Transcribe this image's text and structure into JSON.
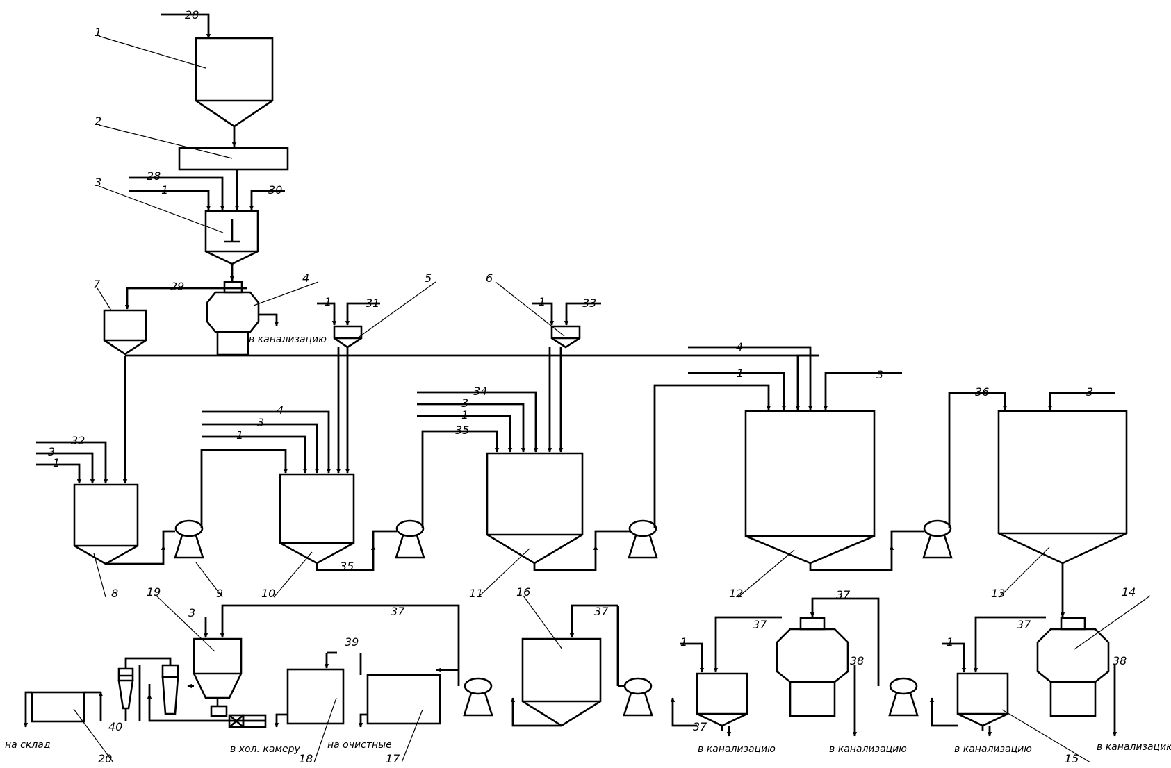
{
  "equipment_numbers": [
    "1",
    "2",
    "3",
    "4",
    "5",
    "6",
    "7",
    "8",
    "9",
    "10",
    "11",
    "12",
    "13",
    "14",
    "15",
    "16",
    "17",
    "18",
    "19",
    "20"
  ],
  "stream_labels": {
    "s28_top": "28",
    "s28_mix": "28",
    "s1_mix": "1",
    "s30": "30",
    "s29": "29",
    "s1_r5": "1",
    "s31": "31",
    "s1_r6": "1",
    "s33": "33",
    "s32": "32",
    "s3_r8": "3",
    "s1_r8": "1",
    "s4_r10": "4",
    "s3_r10": "3",
    "s1_r10": "1",
    "s34": "34",
    "s3_r11": "3",
    "s1_r11": "1",
    "s35_r11": "35",
    "s35_bottom": "35",
    "s4_r12": "4",
    "s1_r12": "1",
    "s3_r12": "3",
    "s36": "36",
    "s3_r13": "3",
    "s3_r19": "3",
    "s37_main": "37",
    "s39": "39",
    "s37_r16": "37",
    "s1_sep1": "1",
    "s37_sep1": "37",
    "s37_sep1_out": "37",
    "s37_dryer1": "37",
    "s38_a": "38",
    "s1_sep2": "1",
    "s37_sep2": "37",
    "s38_b": "38",
    "s40": "40"
  },
  "outlet_labels": {
    "sewer_top": "в канализацию",
    "sewer_1": "в канализацию",
    "sewer_2": "в канализацию",
    "sewer_3": "в канализацию",
    "sewer_4": "в канализацию",
    "warehouse": "на склад",
    "cold_room": "в хол. камеру",
    "treatment": "на очистные"
  }
}
